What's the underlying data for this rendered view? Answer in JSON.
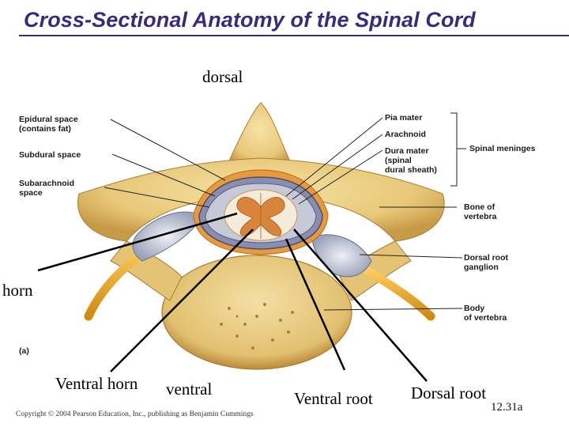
{
  "slide": {
    "title": "Cross-Sectional Anatomy of the Spinal Cord",
    "copyright": "Copyright © 2004 Pearson Education, Inc., publishing as Benjamin Cummings",
    "slide_number": "12.31a"
  },
  "overlay_labels": {
    "dorsal": "dorsal",
    "horn": "horn",
    "ventral_horn": "Ventral horn",
    "ventral": "ventral",
    "ventral_root": "Ventral root",
    "dorsal_root": "Dorsal root"
  },
  "figure": {
    "panel_tag": "(a)",
    "left_labels": {
      "epidural_1": "Epidural space",
      "epidural_2": "(contains fat)",
      "subdural": "Subdural space",
      "subarachnoid_1": "Subarachnoid",
      "subarachnoid_2": "space"
    },
    "right_labels": {
      "pia_mater": "Pia mater",
      "arachnoid": "Arachnoid",
      "dura_1": "Dura mater",
      "dura_2": "(spinal",
      "dura_3": "dural sheath)",
      "spinal_meninges": "Spinal meninges",
      "bone_1": "Bone of",
      "bone_2": "vertebra",
      "drg_1": "Dorsal root",
      "drg_2": "ganglion",
      "body_1": "Body",
      "body_2": "of vertebra"
    }
  },
  "colors": {
    "title": "#3a2a7a",
    "bone": "#e8c878",
    "bone_dark": "#b8913e",
    "nerve": "#f0b020",
    "grey_matter": "#d8843a",
    "meninges": "#6a6e92"
  }
}
